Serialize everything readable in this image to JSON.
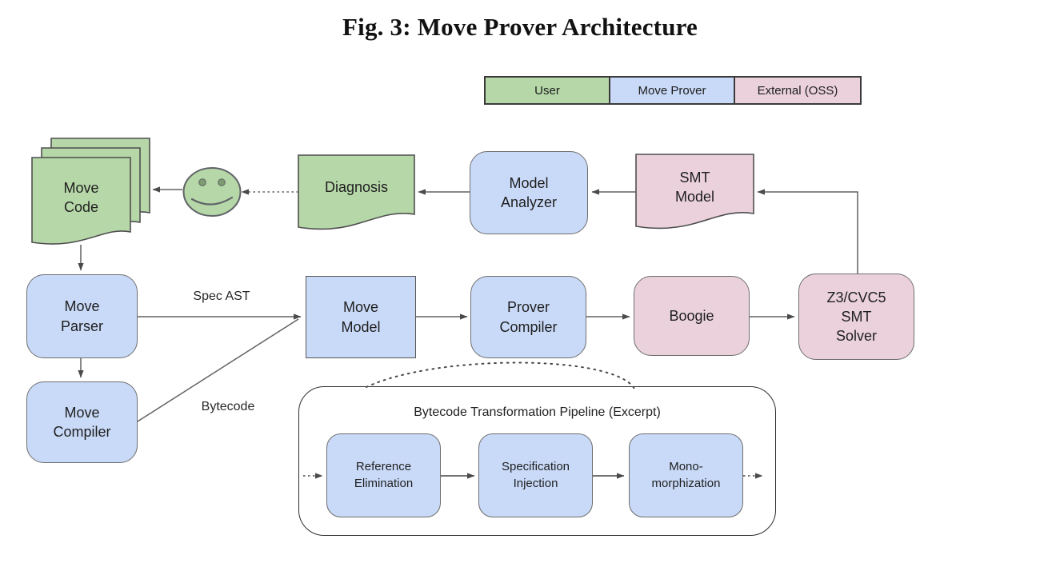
{
  "figure": {
    "title": "Fig. 3: Move Prover Architecture"
  },
  "legend": {
    "items": [
      {
        "label": "User",
        "color": "#b6d7a8"
      },
      {
        "label": "Move Prover",
        "color": "#c9daf8"
      },
      {
        "label": "External (OSS)",
        "color": "#ead1dc"
      }
    ]
  },
  "nodes": {
    "move_code": {
      "label": "Move\nCode",
      "shape": "document-stack",
      "category": "user"
    },
    "diagnosis": {
      "label": "Diagnosis",
      "shape": "document",
      "category": "user"
    },
    "model_analyzer": {
      "label": "Model\nAnalyzer",
      "shape": "rounded-box",
      "category": "move-prover"
    },
    "smt_model": {
      "label": "SMT\nModel",
      "shape": "document",
      "category": "external"
    },
    "move_parser": {
      "label": "Move\nParser",
      "shape": "rounded-box",
      "category": "move-prover"
    },
    "move_model": {
      "label": "Move\nModel",
      "shape": "rectangle",
      "category": "move-prover"
    },
    "prover_compiler": {
      "label": "Prover\nCompiler",
      "shape": "rounded-box",
      "category": "move-prover"
    },
    "boogie": {
      "label": "Boogie",
      "shape": "rounded-box",
      "category": "external"
    },
    "smt_solver": {
      "label": "Z3/CVC5\nSMT\nSolver",
      "shape": "rounded-box",
      "category": "external"
    },
    "move_compiler": {
      "label": "Move\nCompiler",
      "shape": "rounded-box",
      "category": "move-prover"
    }
  },
  "edge_labels": {
    "spec_ast": "Spec AST",
    "bytecode": "Bytecode"
  },
  "pipeline": {
    "title": "Bytecode Transformation Pipeline (Excerpt)",
    "stages": [
      {
        "label": "Reference\nElimination"
      },
      {
        "label": "Specification\nInjection"
      },
      {
        "label": "Mono-\nmorphization"
      }
    ]
  },
  "icons": {
    "user_face": "smiley-face-icon"
  },
  "colors": {
    "user_green": "#b6d7a8",
    "prover_blue": "#c9daf8",
    "external_pink": "#ead1dc",
    "line_gray": "#616161"
  }
}
